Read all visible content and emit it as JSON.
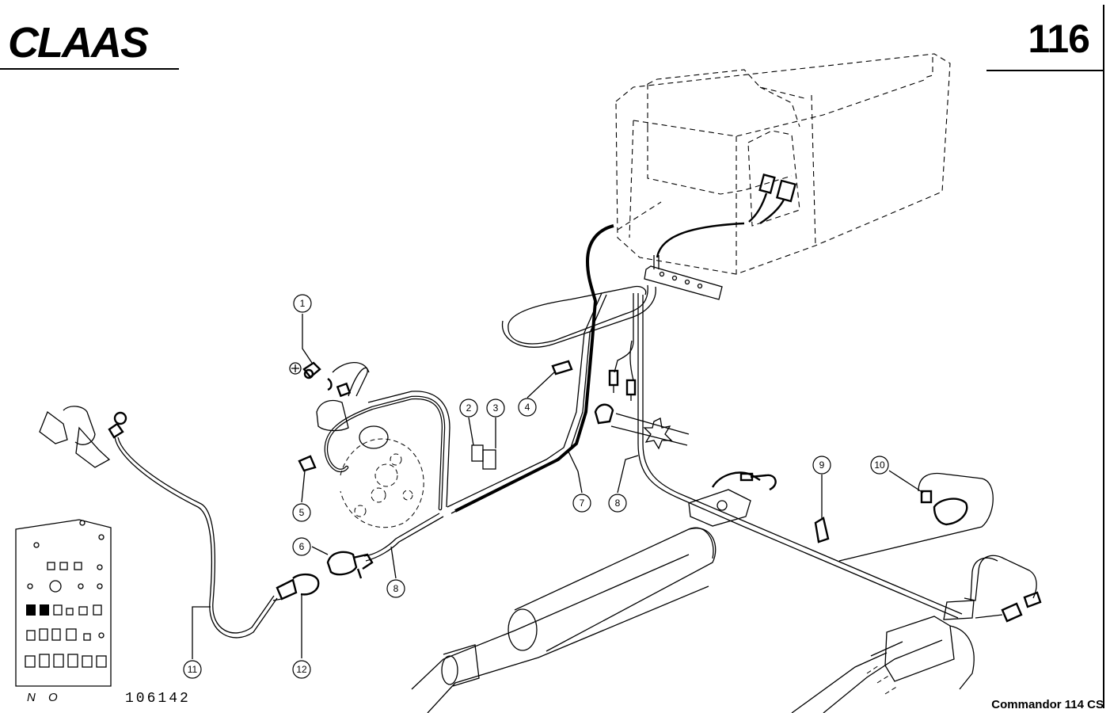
{
  "header": {
    "brand": "CLAAS",
    "page_number": "116"
  },
  "footer": {
    "model": "Commandor 114 CS",
    "ref_prefix": "N O",
    "ref_number": "106142"
  },
  "callouts": [
    {
      "id": "1",
      "label": "1"
    },
    {
      "id": "2",
      "label": "2"
    },
    {
      "id": "3",
      "label": "3"
    },
    {
      "id": "4",
      "label": "4"
    },
    {
      "id": "5",
      "label": "5"
    },
    {
      "id": "6",
      "label": "6"
    },
    {
      "id": "7",
      "label": "7"
    },
    {
      "id": "8a",
      "label": "8"
    },
    {
      "id": "8b",
      "label": "8"
    },
    {
      "id": "9",
      "label": "9"
    },
    {
      "id": "10",
      "label": "10"
    },
    {
      "id": "11",
      "label": "11"
    },
    {
      "id": "12",
      "label": "12"
    }
  ],
  "icons": {
    "plus_terminal": "plus-terminal-icon"
  }
}
